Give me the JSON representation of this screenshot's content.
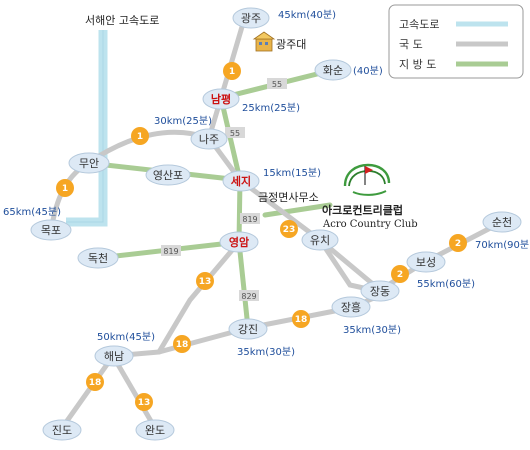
{
  "highway_label": "서해안 고속도로",
  "legend": {
    "expressway": "고속도로",
    "national_road": "국    도",
    "local_road": "지 방 도"
  },
  "colors": {
    "expressway": "#bde3ee",
    "national_road": "#c8c8c8",
    "local_road": "#a9cc94",
    "badge": "#f6a623",
    "node": "#dde9f5",
    "red_text": "#cc1111",
    "dist_text": "#1f4e9b"
  },
  "nodes": {
    "gwangju": "광주",
    "hwasun": "화순",
    "nampyeong": "남평",
    "naju": "나주",
    "muan": "무안",
    "yeongsanpo": "영산포",
    "seji": "세지",
    "mokpo": "목포",
    "dokcheon": "독천",
    "yeongam": "영암",
    "yuchi": "유치",
    "jangdong": "장동",
    "boseong": "보성",
    "suncheon": "순천",
    "jangheung": "장흥",
    "gangjin": "강진",
    "haenam": "해남",
    "jindo": "진도",
    "wando": "완도"
  },
  "places": {
    "gwangju_univ": "광주대",
    "geumjeong_office": "금정면사무소",
    "club_name": "아크로컨트리클럽",
    "club_name_en": "Acro Country Club"
  },
  "distances": {
    "gwangju": "45km(40분)",
    "hwasun": "(40분)",
    "nampyeong": "25km(25분)",
    "naju": "30km(25분)",
    "seji": "15km(15분)",
    "mokpo": "65km(45분)",
    "suncheon": "70km(90분)",
    "boseong": "55km(60분)",
    "jangheung": "35km(30분)",
    "haenam": "50km(45분)",
    "gangjin": "35km(30분)"
  },
  "routes": {
    "r1a": "1",
    "r1b": "1",
    "r1c": "1",
    "r2a": "2",
    "r2b": "2",
    "r13a": "13",
    "r13b": "13",
    "r18a": "18",
    "r18b": "18",
    "r18c": "18",
    "r23": "23",
    "r55a": "55",
    "r55b": "55",
    "r819a": "819",
    "r819b": "819",
    "r829": "829"
  }
}
